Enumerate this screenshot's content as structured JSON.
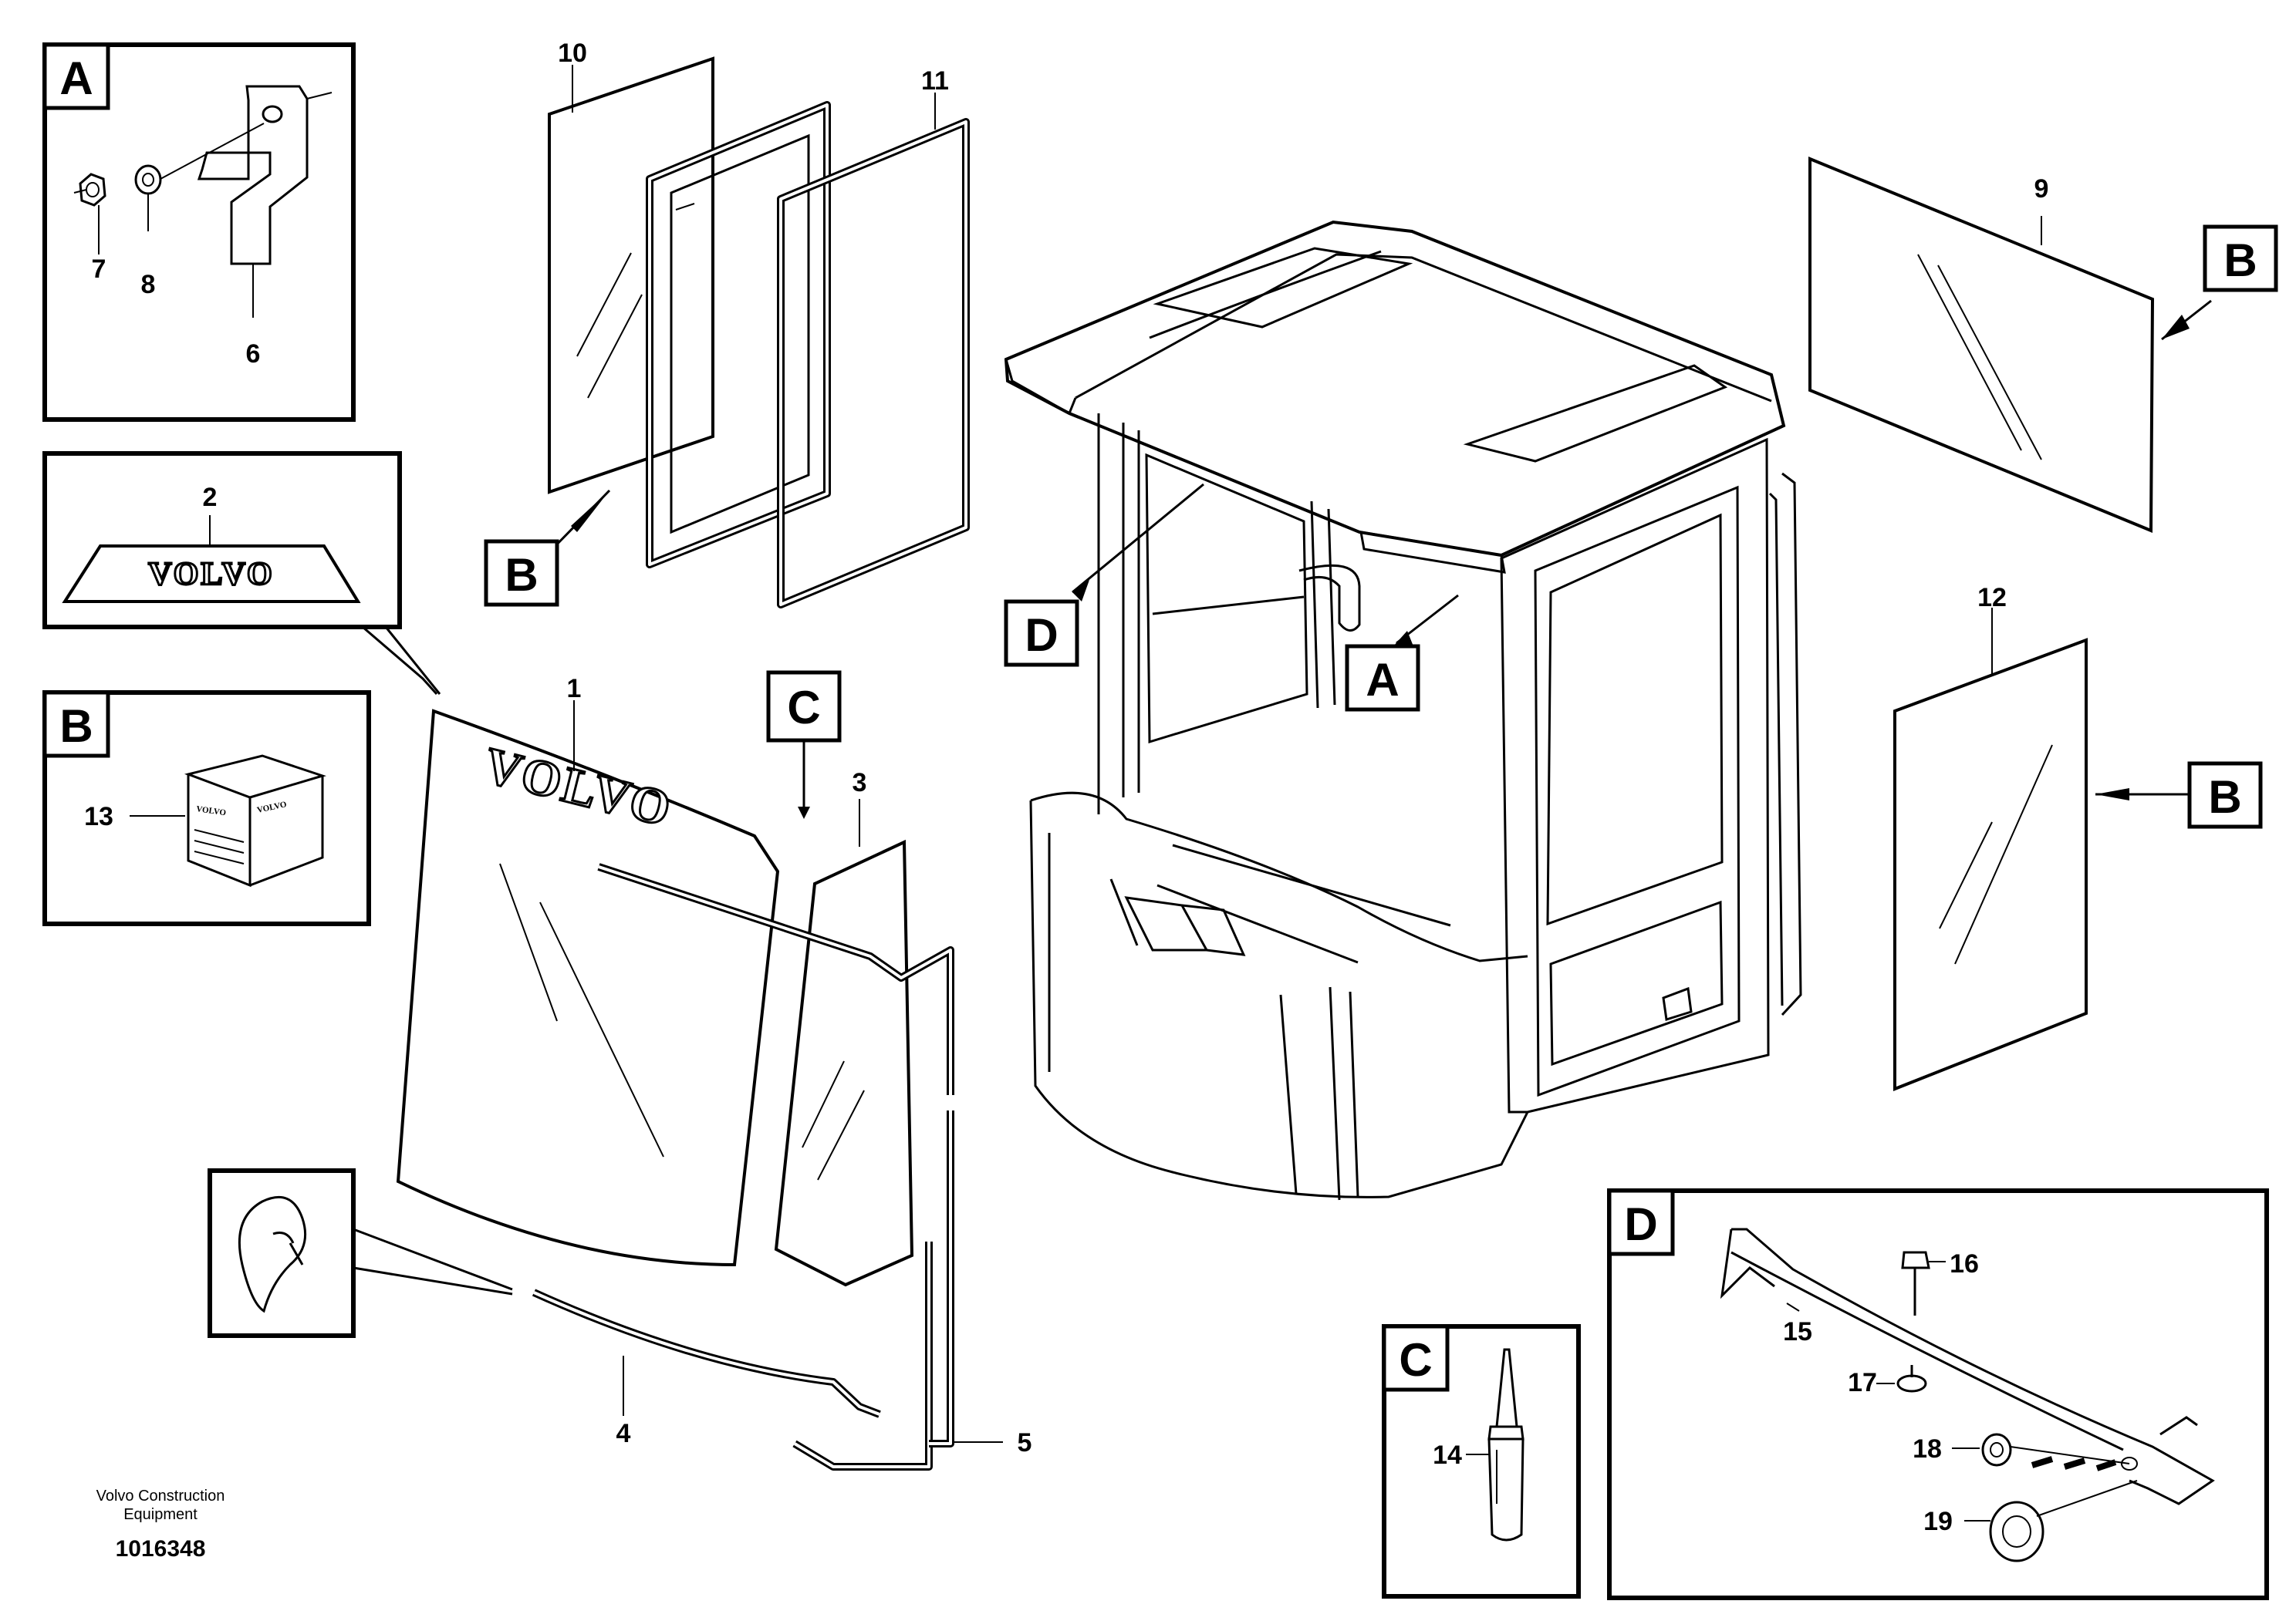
{
  "labels": {
    "n1": "1",
    "n2": "2",
    "n3": "3",
    "n4": "4",
    "n5": "5",
    "n6": "6",
    "n7": "7",
    "n8": "8",
    "n9": "9",
    "n10": "10",
    "n11": "11",
    "n12": "12",
    "n13": "13",
    "n14": "14",
    "n15": "15",
    "n16": "16",
    "n17": "17",
    "n18": "18",
    "n19": "19"
  },
  "letters": {
    "a": "A",
    "b": "B",
    "c": "C",
    "d": "D"
  },
  "logo_text": "VOLVO",
  "credit_line1": "Volvo Construction",
  "credit_line2": "Equipment",
  "document_number": "1016348"
}
